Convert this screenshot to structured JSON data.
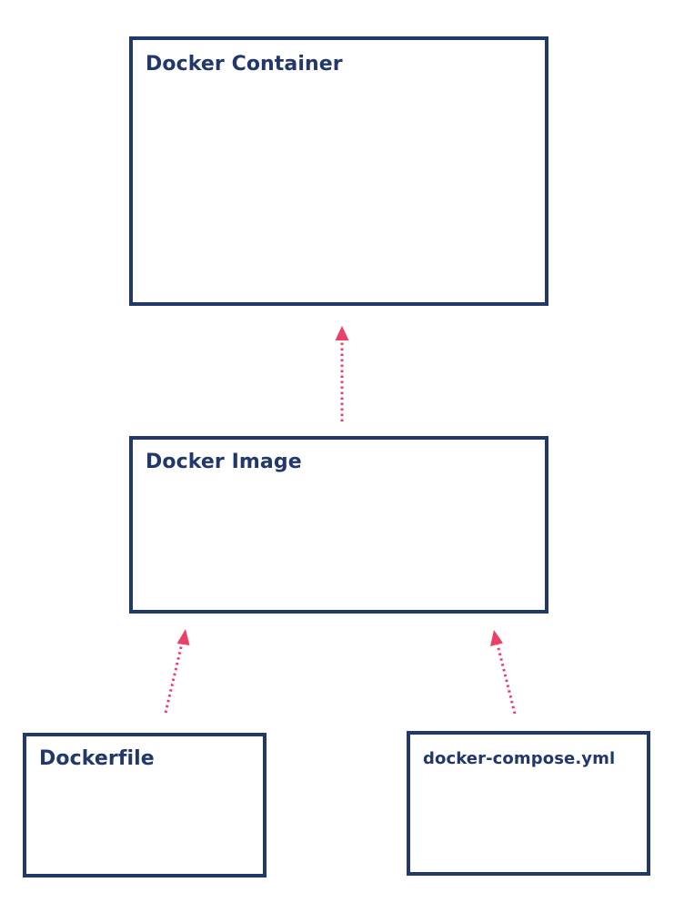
{
  "diagram": {
    "nodes": [
      {
        "id": "container",
        "label": "Docker Container"
      },
      {
        "id": "image",
        "label": "Docker Image"
      },
      {
        "id": "dockerfile",
        "label": "Dockerfile"
      },
      {
        "id": "compose",
        "label": "docker-compose.yml"
      }
    ],
    "edges": [
      {
        "from": "image",
        "to": "container",
        "style": "dotted"
      },
      {
        "from": "dockerfile",
        "to": "image",
        "style": "dotted"
      },
      {
        "from": "compose",
        "to": "image",
        "style": "dotted"
      }
    ]
  },
  "colors": {
    "box_border": "#22386a",
    "label_text": "#22386a",
    "arrow": "#e8426b",
    "background": "#ffffff"
  }
}
